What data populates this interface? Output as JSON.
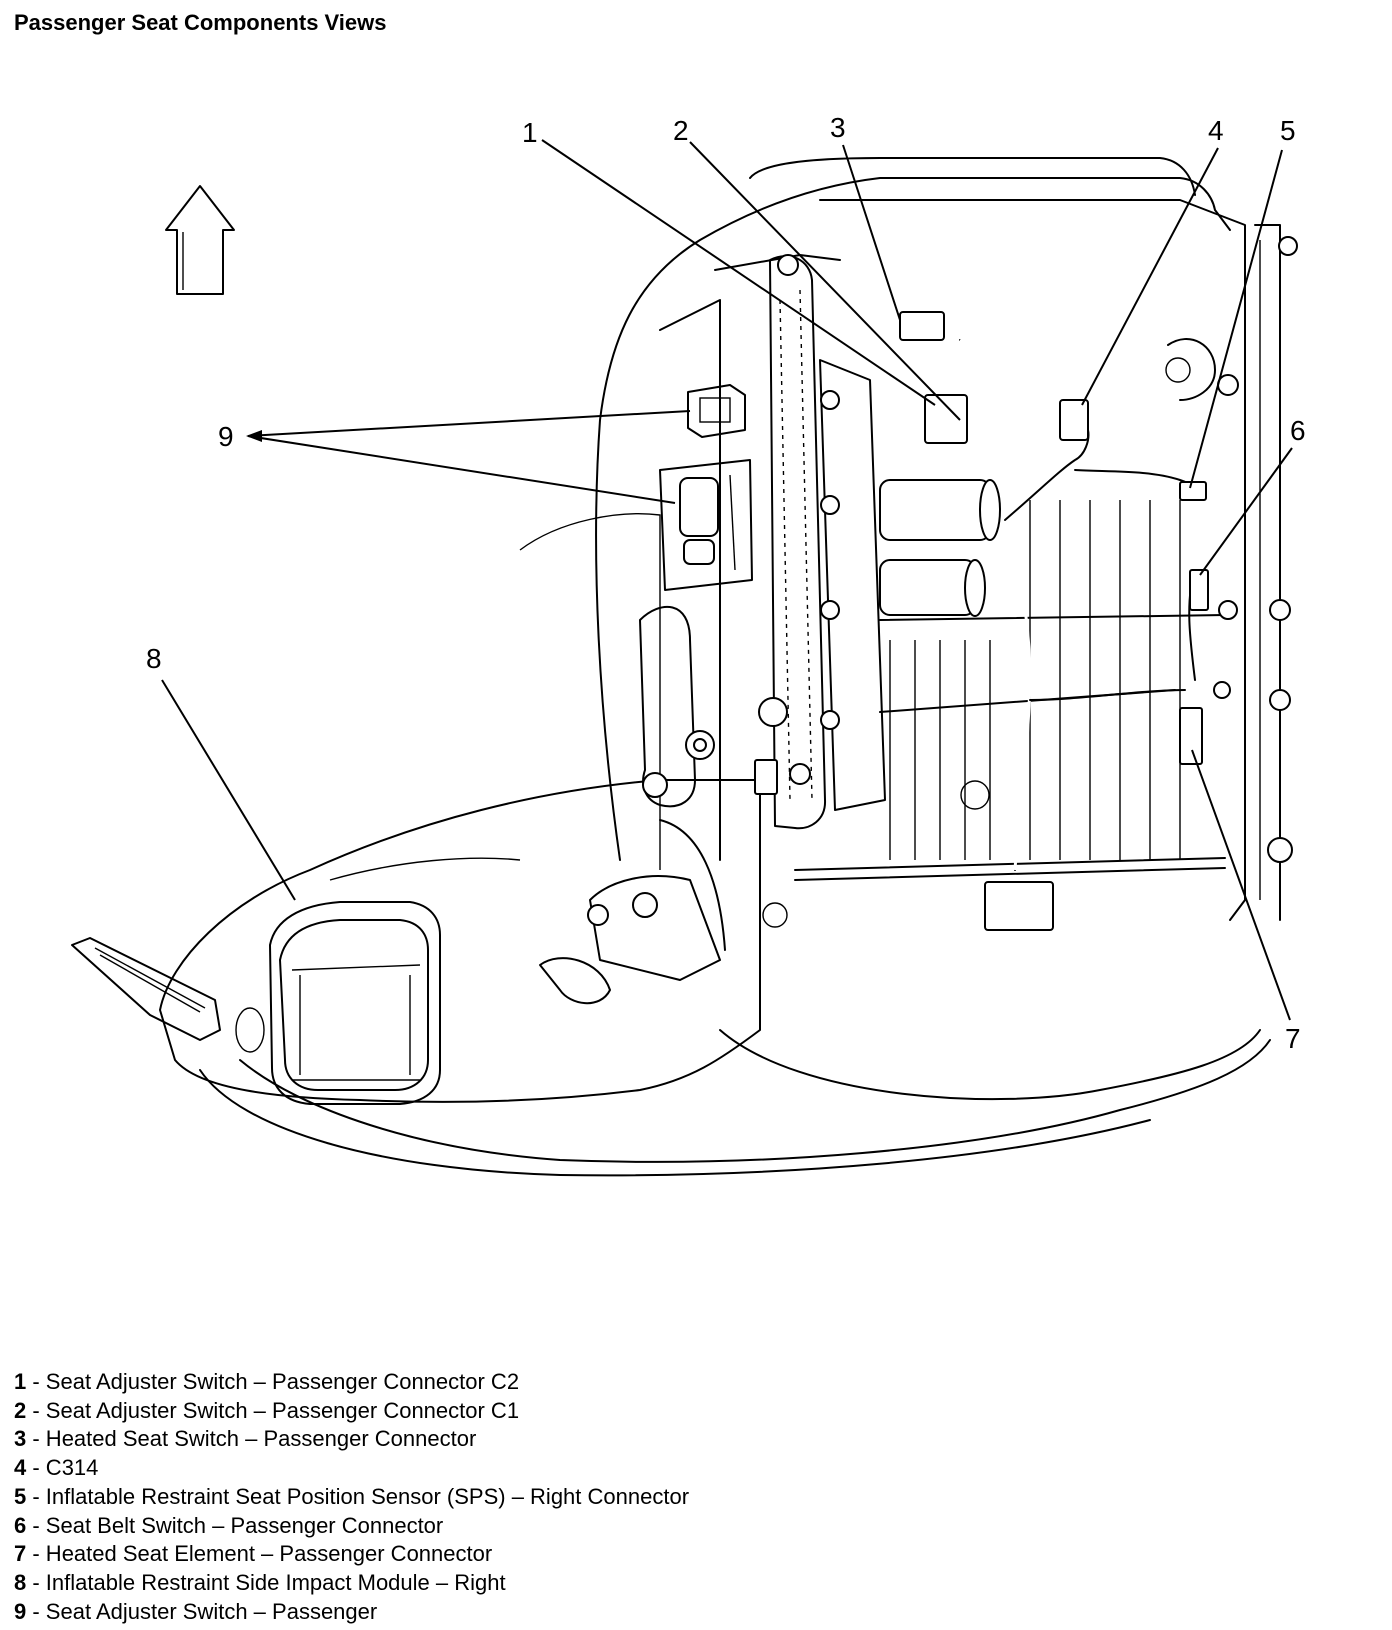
{
  "title": "Passenger Seat Components Views",
  "callouts": [
    "1",
    "2",
    "3",
    "4",
    "5",
    "6",
    "7",
    "8",
    "9"
  ],
  "legend": [
    {
      "num": "1",
      "text": " - Seat Adjuster Switch – Passenger Connector C2"
    },
    {
      "num": "2",
      "text": " - Seat Adjuster Switch – Passenger Connector C1"
    },
    {
      "num": "3",
      "text": " - Heated Seat Switch – Passenger Connector"
    },
    {
      "num": "4",
      "text": " - C314"
    },
    {
      "num": "5",
      "text": " - Inflatable Restraint Seat Position Sensor (SPS) – Right Connector"
    },
    {
      "num": "6",
      "text": " - Seat Belt Switch – Passenger Connector"
    },
    {
      "num": "7",
      "text": " - Heated Seat Element – Passenger Connector"
    },
    {
      "num": "8",
      "text": " - Inflatable Restraint Side Impact Module – Right"
    },
    {
      "num": "9",
      "text": " - Seat Adjuster Switch – Passenger"
    }
  ],
  "icons": {
    "direction_arrow": "up-arrow-icon"
  }
}
